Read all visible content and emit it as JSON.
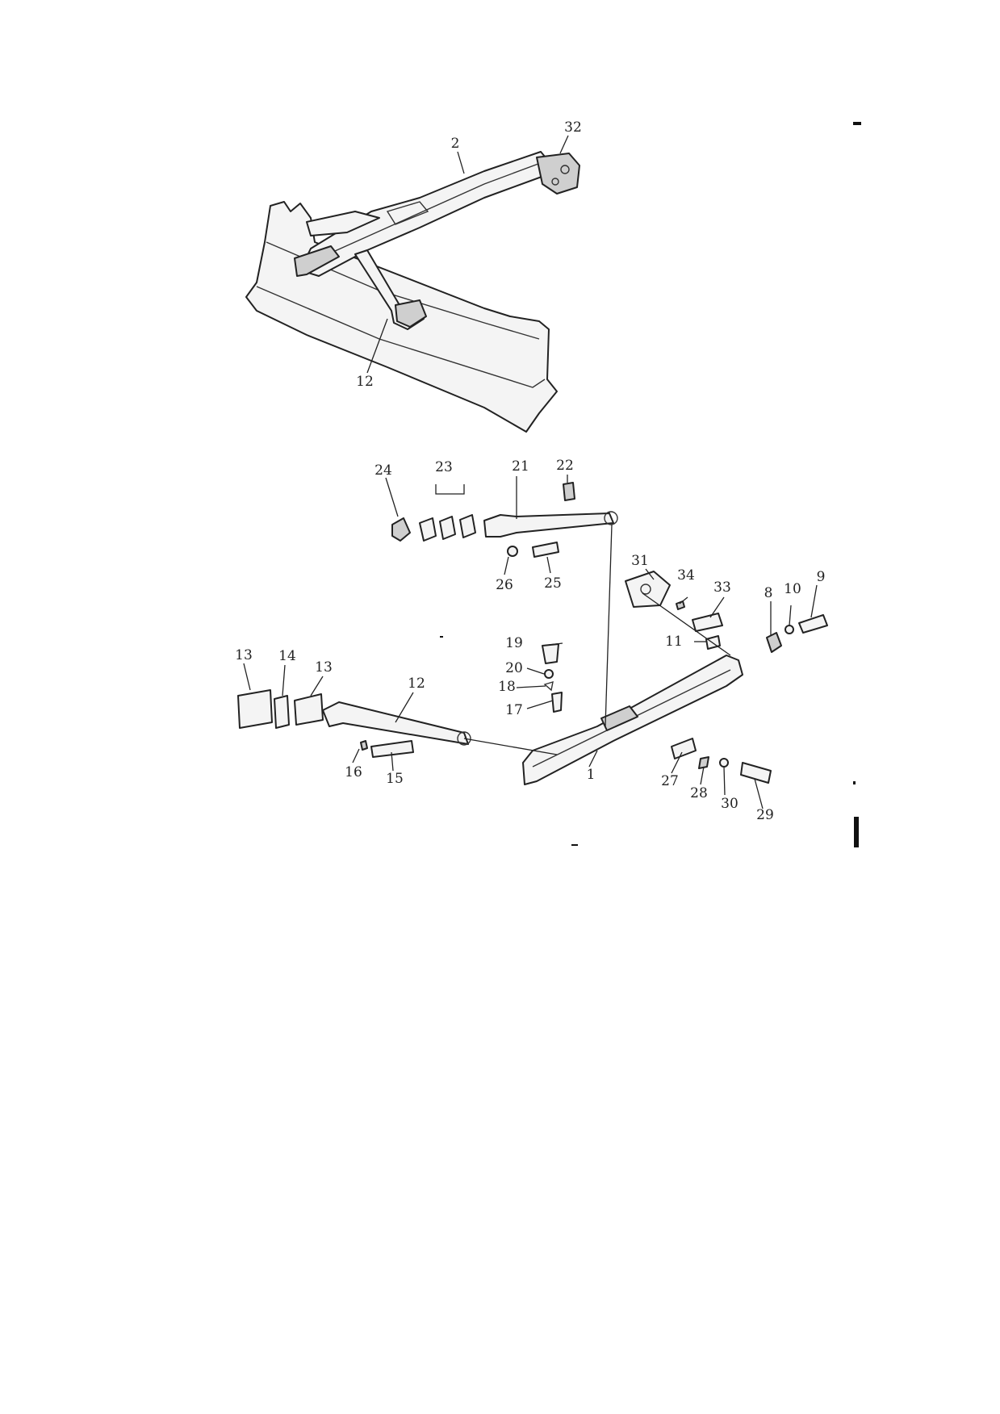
{
  "callouts": {
    "c1": "1",
    "c2": "2",
    "c8": "8",
    "c9": "9",
    "c10": "10",
    "c11": "11",
    "c12_top": "12",
    "c12_bottom": "12",
    "c13_a": "13",
    "c13_b": "13",
    "c14": "14",
    "c15": "15",
    "c16": "16",
    "c17": "17",
    "c18": "18",
    "c19": "19",
    "c20": "20",
    "c21": "21",
    "c22": "22",
    "c23": "23",
    "c24": "24",
    "c25": "25",
    "c26": "26",
    "c27": "27",
    "c28": "28",
    "c29": "29",
    "c30": "30",
    "c31": "31",
    "c32": "32",
    "c33": "33",
    "c34": "34"
  }
}
